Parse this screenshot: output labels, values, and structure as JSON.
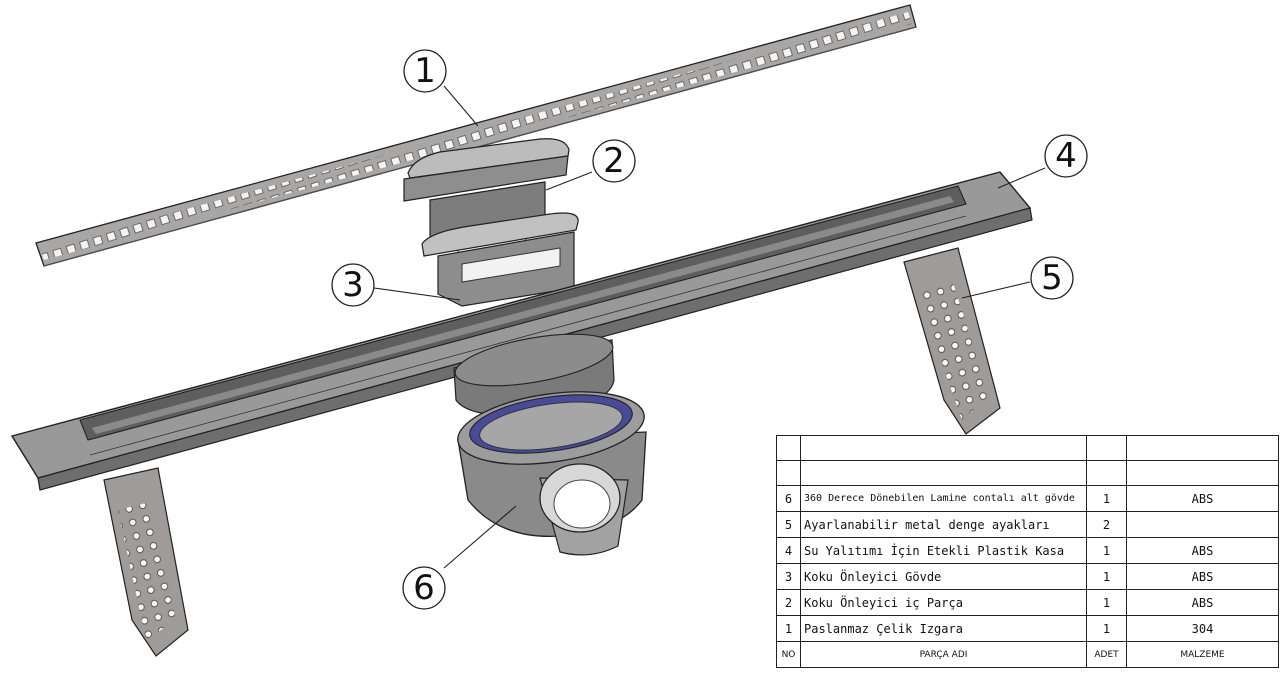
{
  "callouts": [
    "1",
    "2",
    "3",
    "4",
    "5",
    "6"
  ],
  "bom": {
    "header": {
      "no": "NO",
      "name": "PARÇA ADI",
      "qty": "ADET",
      "material": "MALZEME"
    },
    "rows": [
      {
        "no": "6",
        "name": "360 Derece Dönebilen Lamine contalı alt gövde",
        "qty": "1",
        "material": "ABS"
      },
      {
        "no": "5",
        "name": "Ayarlanabilir metal denge ayakları",
        "qty": "2",
        "material": ""
      },
      {
        "no": "4",
        "name": "Su Yalıtımı İçin Etekli Plastik Kasa",
        "qty": "1",
        "material": "ABS"
      },
      {
        "no": "3",
        "name": "Koku Önleyici Gövde",
        "qty": "1",
        "material": "ABS"
      },
      {
        "no": "2",
        "name": "Koku Önleyici iç Parça",
        "qty": "1",
        "material": "ABS"
      },
      {
        "no": "1",
        "name": "Paslanmaz Çelik Izgara",
        "qty": "1",
        "material": "304"
      }
    ]
  },
  "colors": {
    "steel": "#a9a7a6",
    "steel_dark": "#7a7878",
    "body": "#8f8e8f",
    "body_dark": "#6a696a",
    "gasket": "#4a4a9a",
    "line": "#222222"
  }
}
